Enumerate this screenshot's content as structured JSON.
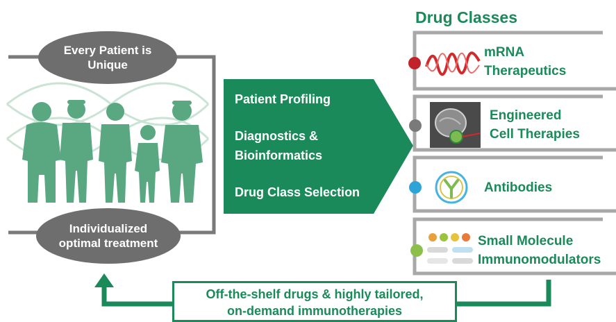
{
  "left_panel": {
    "top_oval": [
      "Every Patient is",
      "Unique"
    ],
    "bottom_oval": [
      "Individualized",
      "optimal treatment"
    ]
  },
  "process_arrow": {
    "items": [
      "Patient Profiling",
      "Diagnostics &",
      "Bioinformatics",
      "Drug Class Selection"
    ]
  },
  "drug_classes": {
    "heading": "Drug Classes",
    "items": [
      {
        "lines": [
          "mRNA",
          "Therapeutics"
        ],
        "dot_color": "#c0232a",
        "icon": "mrna-wave-icon"
      },
      {
        "lines": [
          "Engineered",
          "Cell Therapies"
        ],
        "dot_color": "#7a7a7a",
        "icon": "cell-micrograph-icon"
      },
      {
        "lines": [
          "Antibodies"
        ],
        "dot_color": "#2ea3d8",
        "icon": "antibody-icon"
      },
      {
        "lines": [
          "Small Molecule",
          "Immunomodulators"
        ],
        "dot_color": "#8dc04a",
        "icon": "pills-icon"
      }
    ]
  },
  "feedback": {
    "lines": [
      "Off-the-shelf drugs & highly tailored,",
      "on-demand immunotherapies"
    ]
  },
  "colors": {
    "green": "#1b8a5a",
    "people_green": "#5aa882",
    "gray": "#6e6e6e",
    "frame_gray": "#9e9e9e"
  }
}
